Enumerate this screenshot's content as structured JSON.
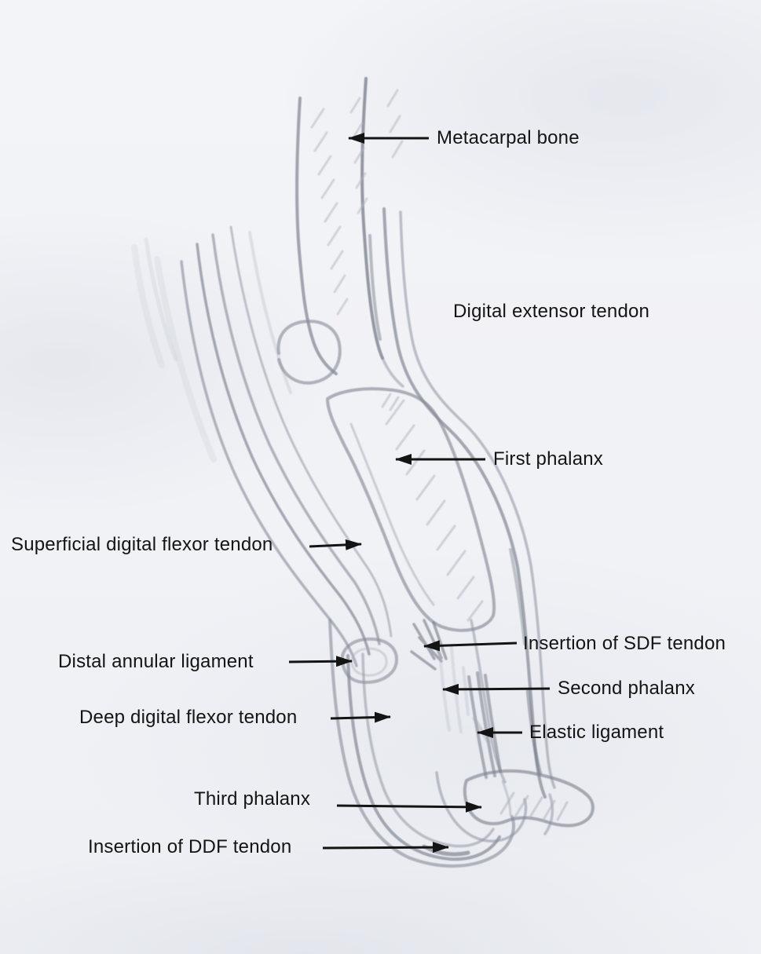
{
  "diagram": {
    "kind": "hand-drawn anatomical sketch",
    "subject": "sagittal section of an equine lower limb (digit) with tendons and phalanges"
  },
  "colors": {
    "paper": "#f1f2f6",
    "pencil": "#8a8f9c",
    "pencil_dark": "#6f7582",
    "pencil_light": "#b4b9c4",
    "ink": "#141414"
  },
  "labels": [
    {
      "id": "metacarpal-bone",
      "text": "Metacarpal bone",
      "arrow": "left"
    },
    {
      "id": "digital-extensor-tendon",
      "text": "Digital extensor tendon",
      "arrow": "none"
    },
    {
      "id": "first-phalanx",
      "text": "First phalanx",
      "arrow": "left"
    },
    {
      "id": "superficial-digital-flexor-tendon",
      "text": "Superficial digital flexor tendon",
      "arrow": "right"
    },
    {
      "id": "insertion-of-sdf-tendon",
      "text": "Insertion of SDF tendon",
      "arrow": "left"
    },
    {
      "id": "distal-annular-ligament",
      "text": "Distal annular ligament",
      "arrow": "right"
    },
    {
      "id": "second-phalanx",
      "text": "Second phalanx",
      "arrow": "left"
    },
    {
      "id": "deep-digital-flexor-tendon",
      "text": "Deep digital flexor tendon",
      "arrow": "right"
    },
    {
      "id": "elastic-ligament",
      "text": "Elastic ligament",
      "arrow": "left"
    },
    {
      "id": "third-phalanx",
      "text": "Third phalanx",
      "arrow": "right"
    },
    {
      "id": "insertion-of-ddf-tendon",
      "text": "Insertion of DDF tendon",
      "arrow": "right"
    }
  ]
}
